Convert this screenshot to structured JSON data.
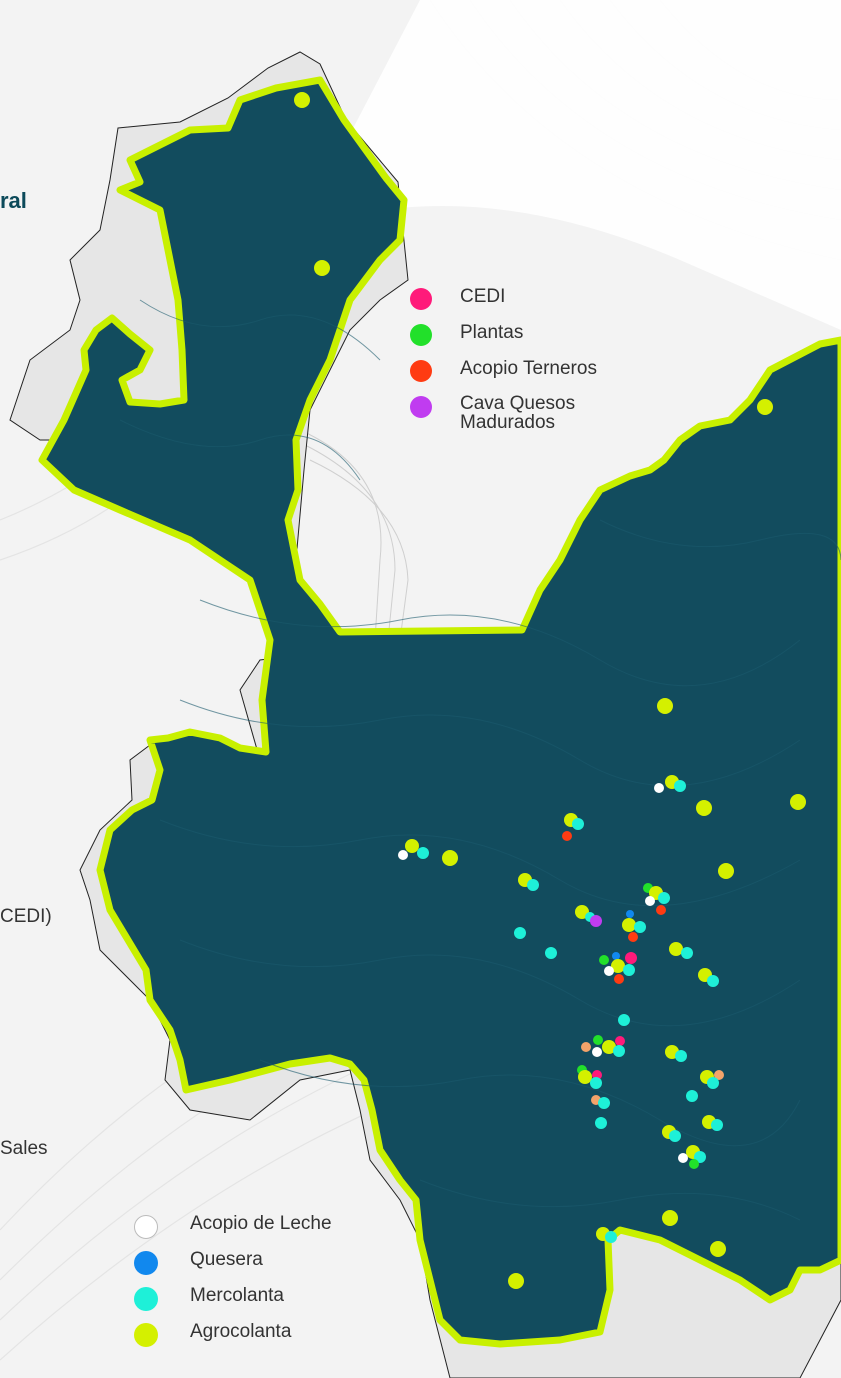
{
  "fragments": {
    "title_fragment": "ral",
    "cedi_fragment": "CEDI)",
    "sales_fragment": "Sales"
  },
  "legend_top": [
    {
      "label": "CEDI",
      "color": "#ff1a7a"
    },
    {
      "label": "Plantas",
      "color": "#22e02a"
    },
    {
      "label": "Acopio Terneros",
      "color": "#ff3b12"
    },
    {
      "label": "Cava Quesos Madurados",
      "color": "#c03cf0"
    }
  ],
  "legend_bottom": [
    {
      "label": "Acopio de Leche",
      "color": "#ffffff"
    },
    {
      "label": "Quesera",
      "color": "#1188ee"
    },
    {
      "label": "Mercolanta",
      "color": "#1ef0d8"
    },
    {
      "label": "Agrocolanta",
      "color": "#d4f000"
    }
  ],
  "colors": {
    "region_fill": "#124c5e",
    "region_outline": "#c8f000",
    "background": "#f3f3f3"
  }
}
